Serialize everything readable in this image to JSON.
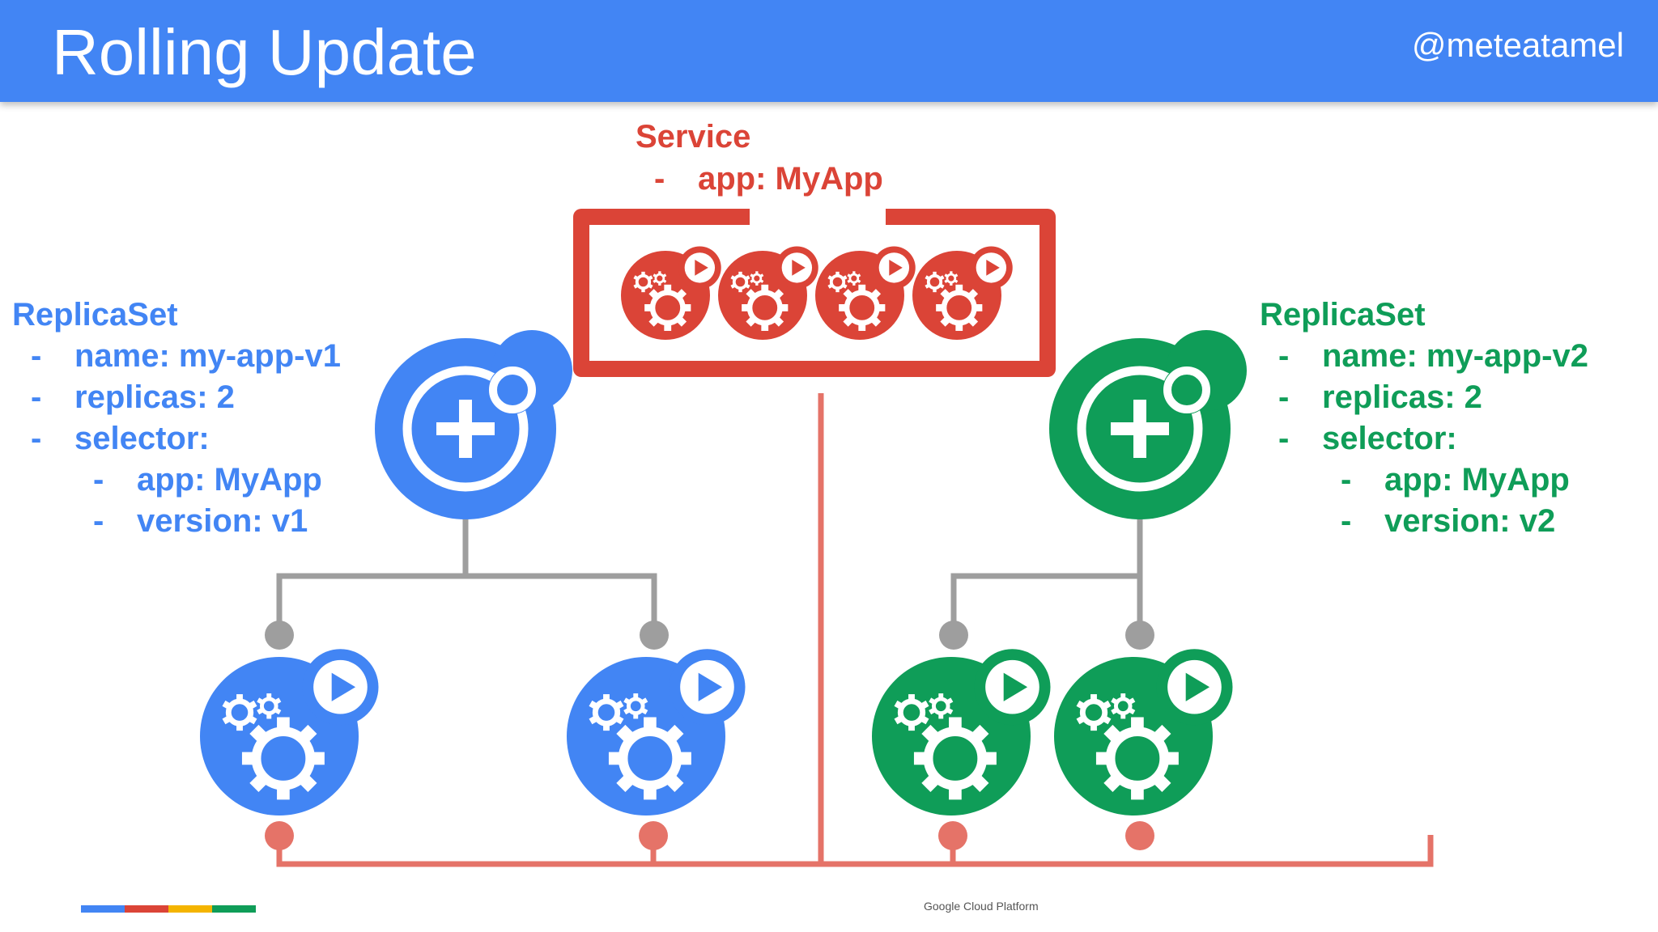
{
  "slide": {
    "title": "Rolling Update",
    "handle": "@meteatamel",
    "footer": "Google Cloud Platform"
  },
  "service": {
    "heading": "Service",
    "items": [
      {
        "dash": "-",
        "text": "app: MyApp"
      }
    ],
    "pod_count": 4
  },
  "replicaset_v1": {
    "heading": "ReplicaSet",
    "items": [
      {
        "dash": "-",
        "text": "name: my-app-v1"
      },
      {
        "dash": "-",
        "text": "replicas: 2"
      },
      {
        "dash": "-",
        "text": "selector:"
      }
    ],
    "sub_items": [
      {
        "dash": "-",
        "text": "app: MyApp"
      },
      {
        "dash": "-",
        "text": "version: v1"
      }
    ],
    "pod_count": 2
  },
  "replicaset_v2": {
    "heading": "ReplicaSet",
    "items": [
      {
        "dash": "-",
        "text": "name: my-app-v2"
      },
      {
        "dash": "-",
        "text": "replicas: 2"
      },
      {
        "dash": "-",
        "text": "selector:"
      }
    ],
    "sub_items": [
      {
        "dash": "-",
        "text": "app: MyApp"
      },
      {
        "dash": "-",
        "text": "version: v2"
      }
    ],
    "pod_count": 2
  },
  "colors": {
    "header": "#4285f4",
    "v1": "#4285f4",
    "v2": "#0f9d58",
    "service": "#db4437",
    "service_line": "#e57368",
    "tree_line": "#9e9e9e",
    "brand_bar": [
      "#4285f4",
      "#db4437",
      "#f4b400",
      "#0f9d58"
    ]
  },
  "icons": {
    "replicaset": "replicaset-plus-icon",
    "pod": "pod-gears-play-icon"
  }
}
